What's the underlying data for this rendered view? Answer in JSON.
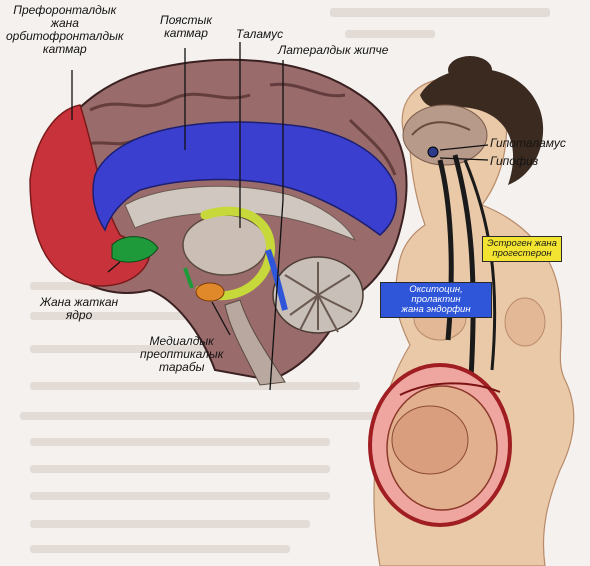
{
  "labels": {
    "prefrontal": [
      "Префоронталдык",
      "жана",
      "орбитофронталдык",
      "катмар"
    ],
    "cingulate": [
      "Поястык",
      "катмар"
    ],
    "thalamus": "Таламус",
    "lateral_septum": "Латералдык жипче",
    "hypothalamus": "Гипоталамус",
    "pituitary": "Гипофиз",
    "accumbens": [
      "Жана жаткан",
      "ядро"
    ],
    "preoptic": [
      "Медиалдык",
      "преоптикалык",
      "тарабы"
    ]
  },
  "boxes": {
    "estrogen": [
      "Эстроген жана",
      "прогестерон"
    ],
    "oxytocin": [
      "Окситоцин, пролактин",
      "жана эндорфин"
    ]
  },
  "colors": {
    "prefrontal_red": "#c8333b",
    "cingulate_blue": "#3a3fd0",
    "accumbens_green": "#1f9a3a",
    "fornix_yellow": "#c7d83a",
    "box_yellow": "#f2e431",
    "box_blue": "#2f56d9"
  }
}
